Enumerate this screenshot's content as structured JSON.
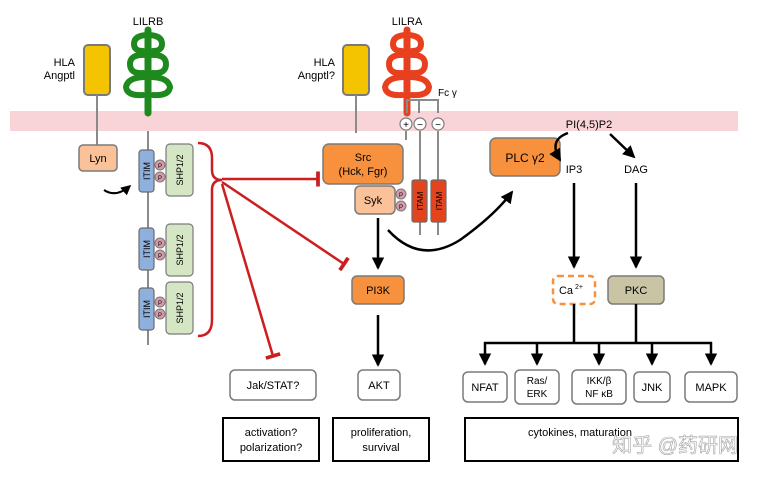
{
  "receptors": {
    "lilrb": "LILRB",
    "lilra": "LILRA",
    "ligand_left_1": "HLA",
    "ligand_left_2": "Angptl",
    "ligand_right_1": "HLA",
    "ligand_right_2": "Angptl?",
    "fc_gamma": "Fc γ"
  },
  "membrane": {
    "pip2": "PI(4,5)P2"
  },
  "left": {
    "lyn": "Lyn",
    "itim": "ITIM",
    "shp": "SHP1/2",
    "phospho": "P",
    "jak_stat": "Jak/STAT?"
  },
  "middle": {
    "src_1": "Src",
    "src_2": "(Hck, Fgr)",
    "syk": "Syk",
    "itam": "ITAM",
    "plus": "+",
    "minus": "−",
    "pi3k": "PI3K",
    "akt": "AKT"
  },
  "right": {
    "plc": "PLC γ2",
    "ip3": "IP3",
    "dag": "DAG",
    "ca": "Ca",
    "ca_sup": "2+",
    "pkc": "PKC",
    "nfat": "NFAT",
    "ras_1": "Ras/",
    "ras_2": "ERK",
    "ikk_1": "IKK/β",
    "ikk_2": "NF κB",
    "jnk": "JNK",
    "mapk": "MAPK"
  },
  "outcomes": {
    "activation_1": "activation?",
    "activation_2": "polarization?",
    "proliferation_1": "proliferation,",
    "proliferation_2": "survival",
    "cytokines": "cytokines, maturation"
  },
  "watermark": "知乎 @药研网",
  "colors": {
    "orange": "#f7913d",
    "peach": "#fbc29a",
    "inhibit_red": "#cc1e1e",
    "lilrb_green": "#1e8a1e",
    "lilra_red": "#e8401e",
    "yellow": "#f5c400",
    "itim_blue": "#8fb0dc",
    "shp_green": "#d5e6c4",
    "phospho_pink": "#d69aaa",
    "itam_red": "#e2451e",
    "pkc_tan": "#c8c4a4",
    "membrane_pink": "#f8d4d8"
  }
}
